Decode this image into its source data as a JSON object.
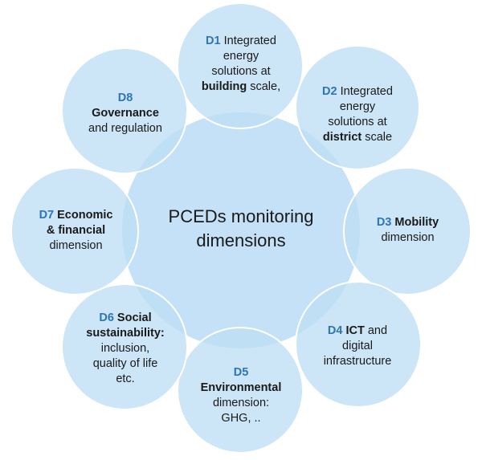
{
  "center": {
    "line1": "PCEDs monitoring",
    "line2": "dimensions"
  },
  "nodes": [
    {
      "code": "D1",
      "lines": [
        {
          "a": "Integrated"
        },
        {
          "a": "energy"
        },
        {
          "a": "solutions at"
        },
        {
          "b": "building",
          "a": " scale,"
        }
      ]
    },
    {
      "code": "D2",
      "lines": [
        {
          "a": "Integrated"
        },
        {
          "a": "energy"
        },
        {
          "a": "solutions at"
        },
        {
          "b": "district",
          "a": " scale"
        }
      ]
    },
    {
      "code": "D3",
      "lines": [
        {
          "b": "Mobility"
        },
        {
          "a": "dimension"
        }
      ]
    },
    {
      "code": "D4",
      "lines": [
        {
          "b": "ICT",
          "a": " and"
        },
        {
          "a": "digital"
        },
        {
          "a": "infrastructure"
        }
      ]
    },
    {
      "code": "D5",
      "lines": [
        {
          "b": "Environmental"
        },
        {
          "a": "dimension:"
        },
        {
          "a": "GHG, .."
        }
      ]
    },
    {
      "code": "D6",
      "lines": [
        {
          "b": "Social"
        },
        {
          "b": "sustainability:"
        },
        {
          "a": "inclusion,"
        },
        {
          "a": "quality of life"
        },
        {
          "a": "etc."
        }
      ]
    },
    {
      "code": "D7",
      "lines": [
        {
          "b": "Economic"
        },
        {
          "b": "& financial"
        },
        {
          "a": "dimension"
        }
      ]
    },
    {
      "code": "D8",
      "lines": [
        {
          "b": "Governance"
        },
        {
          "a": "and regulation"
        }
      ]
    }
  ]
}
